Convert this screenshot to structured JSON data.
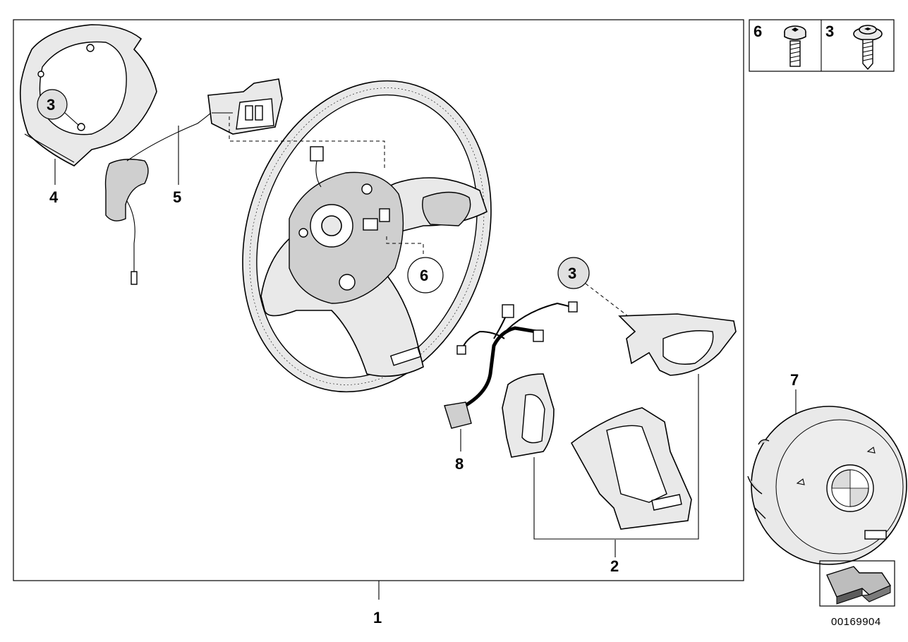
{
  "diagram": {
    "reference_number": "00169904",
    "callouts": {
      "1": "1",
      "2": "2",
      "3_cover": "3",
      "3_left_circle": "3",
      "3_right_circle": "3",
      "4": "4",
      "5": "5",
      "6_circle": "6",
      "7": "7",
      "8": "8"
    },
    "fastener_legend": [
      {
        "label": "6",
        "icon": "torx-screw-icon"
      },
      {
        "label": "3",
        "icon": "flange-screw-icon"
      }
    ],
    "parts": [
      {
        "number": "1",
        "icon": "steering-wheel-icon"
      },
      {
        "number": "2",
        "icon": "trim-cover-icon"
      },
      {
        "number": "4",
        "icon": "rear-housing-icon"
      },
      {
        "number": "5",
        "icon": "switch-module-icon"
      },
      {
        "number": "7",
        "icon": "airbag-module-icon"
      },
      {
        "number": "8",
        "icon": "wiring-harness-icon"
      }
    ],
    "colors": {
      "line": "#000000",
      "fill_light": "#e9e9e9",
      "fill_mid": "#cfcfcf",
      "background": "#ffffff"
    }
  }
}
